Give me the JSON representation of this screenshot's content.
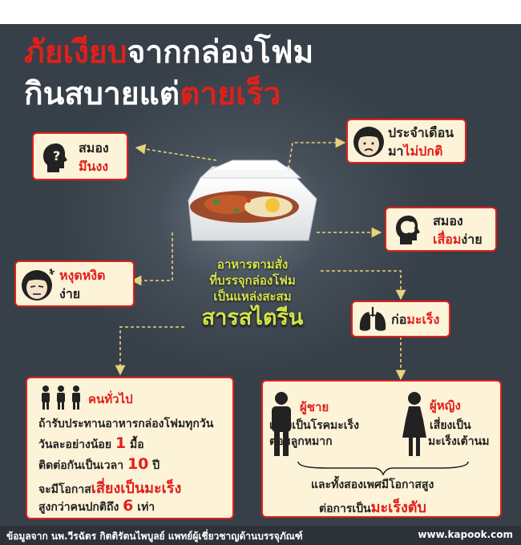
{
  "title": {
    "line1_red": "ภัยเงียบ",
    "line1_white": "จากกล่องโฟม",
    "line2_white": "กินสบายแต่",
    "line2_red": "ตายเร็ว"
  },
  "boxes": {
    "brain_dizzy": {
      "line1": "สมอง",
      "line2": "มึนงง"
    },
    "menstruation": {
      "line1": "ประจำเดือน",
      "line2_a": "มา",
      "line2_b": "ไม่ปกติ"
    },
    "brain_degrade": {
      "line1": "สมอง",
      "line2_a": "เสื่อม",
      "line2_b": "ง่าย"
    },
    "irritable": {
      "line1": "หงุดหงิด",
      "line2": "ง่าย"
    },
    "cancer": {
      "label_a": "ก่อ",
      "label_b": "มะเร็ง"
    }
  },
  "center": {
    "line1": "อาหารตามสั่ง",
    "line2": "ที่บรรจุกล่องโฟม",
    "line3": "เป็นแหล่งสะสม",
    "line4": "สารสไตรีน"
  },
  "people": {
    "heading": "คนทั่วไป",
    "row1": "ถ้ารับประทานอาหารกล่องโฟมทุกวัน",
    "row2_text": "วันละอย่างน้อย",
    "row2_num": "1",
    "row2_unit": "มื้อ",
    "row3_text": "ติดต่อกันเป็นเวลา",
    "row3_num": "10",
    "row3_unit": "ปี",
    "row4_text": "จะมีโอกาส",
    "row4_red": "เสี่ยงเป็นมะเร็ง",
    "row5_text": "สูงกว่าคนปกติถึง",
    "row5_num": "6",
    "row5_unit": "เท่า"
  },
  "gender": {
    "male_label": "ผู้ชาย",
    "male_line1": "เสี่ยงเป็นโรคมะเร็ง",
    "male_line2": "ต่อมลูกหมาก",
    "female_label": "ผู้หญิง",
    "female_line1": "เสี่ยงเป็น",
    "female_line2": "มะเร็งเต้านม",
    "both_line1": "และทั้งสองเพศมีโอกาสสูง",
    "both_line2_text": "ต่อการเป็น",
    "both_line2_red": "มะเร็งตับ"
  },
  "footer": {
    "source": "ข้อมูลจาก นพ.วีรฉัตร กิตติรัตนไพบูลย์ แพทย์ผู้เชี่ยวชาญด้านบรรจุภัณฑ์",
    "site": "www.kapook.com"
  },
  "colors": {
    "background": "#3a424b",
    "accent_red": "#e0201b",
    "box_fill": "#fdf3d8",
    "center_text": "#d3e44a",
    "arrow": "#e9d27a"
  }
}
